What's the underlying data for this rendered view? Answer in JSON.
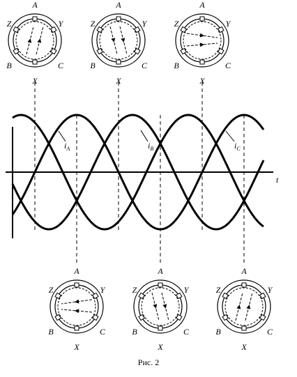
{
  "phases": [
    "A",
    "B",
    "C",
    "X",
    "Y",
    "Z"
  ],
  "curve_labels": {
    "iA": "i",
    "iA_sub": "A",
    "iB": "i",
    "iB_sub": "B",
    "iC": "i",
    "iC_sub": "C"
  },
  "time_axis_label": "t",
  "caption": "Рис. 2",
  "colors": {
    "stroke": "#000000",
    "background": "#ffffff"
  },
  "stator_icons": [
    {
      "row": "top",
      "position": 1,
      "flux_direction": "up"
    },
    {
      "row": "top",
      "position": 2,
      "flux_direction": "down"
    },
    {
      "row": "top",
      "position": 3,
      "flux_direction": "right"
    },
    {
      "row": "bottom",
      "position": 1,
      "flux_direction": "left"
    },
    {
      "row": "bottom",
      "position": 2,
      "flux_direction": "down"
    },
    {
      "row": "bottom",
      "position": 3,
      "flux_direction": "up"
    }
  ]
}
